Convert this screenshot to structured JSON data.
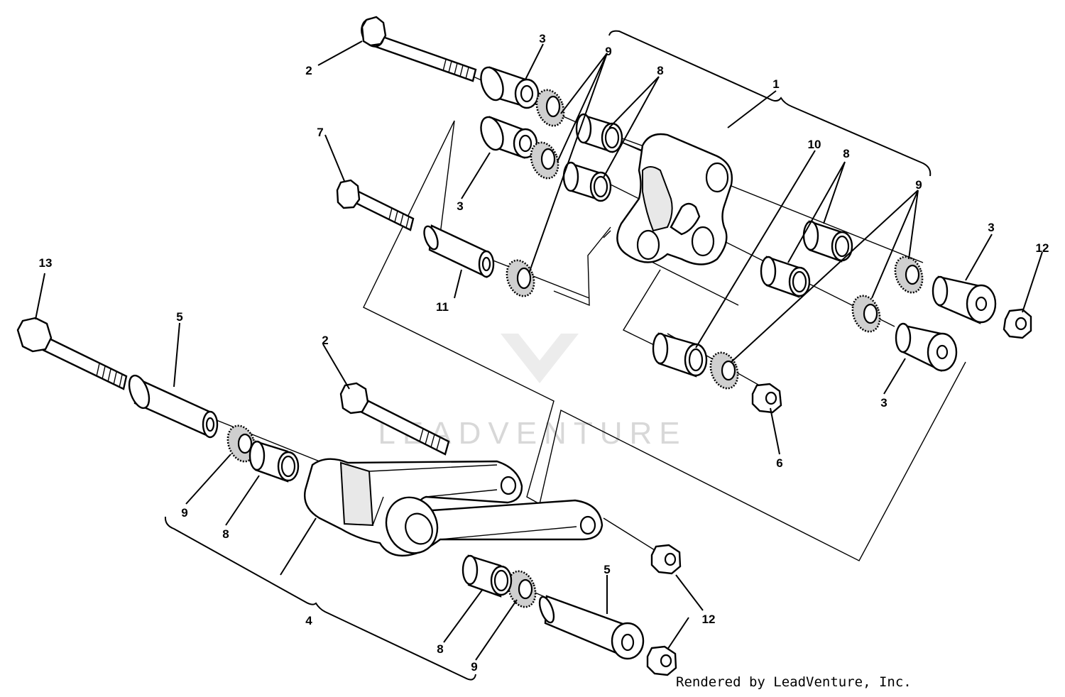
{
  "watermark": "LEADVENTURE",
  "credit": "Rendered by LeadVenture, Inc.",
  "callouts": {
    "c1": "1",
    "c2a": "2",
    "c2b": "2",
    "c3a": "3",
    "c3b": "3",
    "c3c": "3",
    "c3d": "3",
    "c4": "4",
    "c5a": "5",
    "c5b": "5",
    "c6": "6",
    "c7": "7",
    "c8a": "8",
    "c8b": "8",
    "c8c": "8",
    "c8d": "8",
    "c9a": "9",
    "c9b": "9",
    "c9c": "9",
    "c9d": "9",
    "c10": "10",
    "c11": "11",
    "c12a": "12",
    "c12b": "12",
    "c13": "13"
  }
}
